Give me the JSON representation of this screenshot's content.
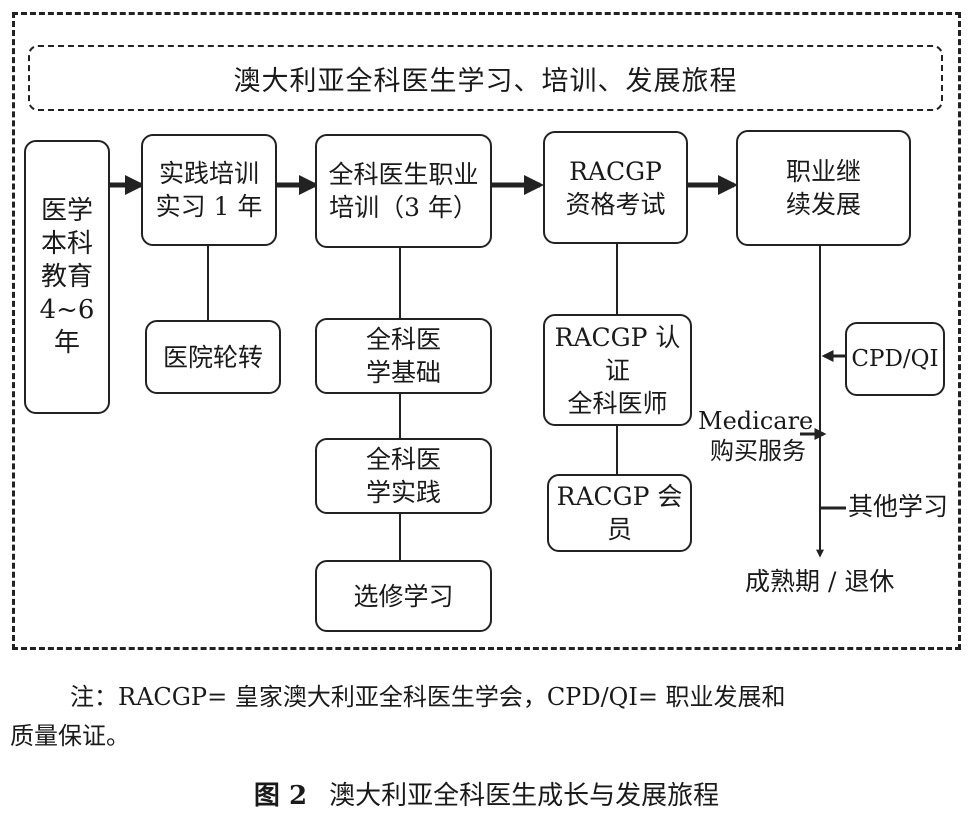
{
  "diagram": {
    "title": "澳大利亚全科医生学习、培训、发展旅程",
    "boxes": {
      "med_education": "医学\n本科\n教育\n4~6\n年",
      "internship": "实践培训\n实习 1 年",
      "gp_training": "全科医生职业\n培训（3 年）",
      "racgp_exam": "RACGP\n资格考试",
      "career_dev": "职业继\n续发展",
      "hospital_rotation": "医院轮转",
      "gp_basics": "全科医\n学基础",
      "gp_practice": "全科医\n学实践",
      "electives": "选修学习",
      "racgp_certified": "RACGP 认证\n全科医师",
      "racgp_member": "RACGP 会员",
      "cpd_qi": "CPD/QI"
    },
    "labels": {
      "medicare": "Medicare\n购买服务",
      "other_learning": "其他学习",
      "maturity_retirement": "成熟期 / 退休"
    }
  },
  "note": {
    "line1": "注：RACGP= 皇家澳大利亚全科医生学会，CPD/QI= 职业发展和",
    "line2": "质量保证。"
  },
  "caption": {
    "figure_label": "图 2",
    "text": "澳大利亚全科医生成长与发展旅程"
  }
}
